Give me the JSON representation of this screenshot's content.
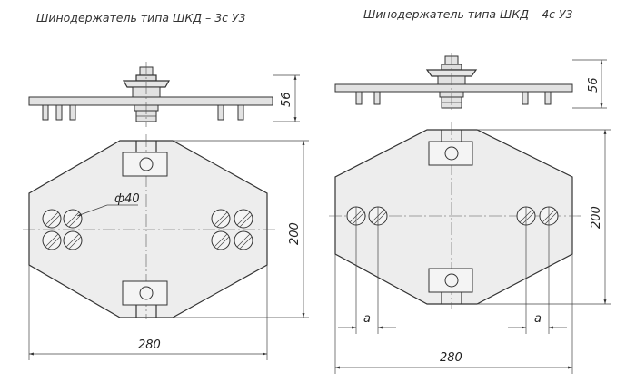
{
  "left_drawing": {
    "title": "Шинодержатель типа ШКД – 3с У3",
    "dim_height_side": "56",
    "dim_height": "200",
    "dim_width": "280",
    "dim_hole": "ф40"
  },
  "right_drawing": {
    "title": "Шинодержатель типа ШКД – 4с У3",
    "dim_height_side": "56",
    "dim_height": "200",
    "dim_width": "280",
    "dim_spacing_left": "a",
    "dim_spacing_right": "a"
  }
}
